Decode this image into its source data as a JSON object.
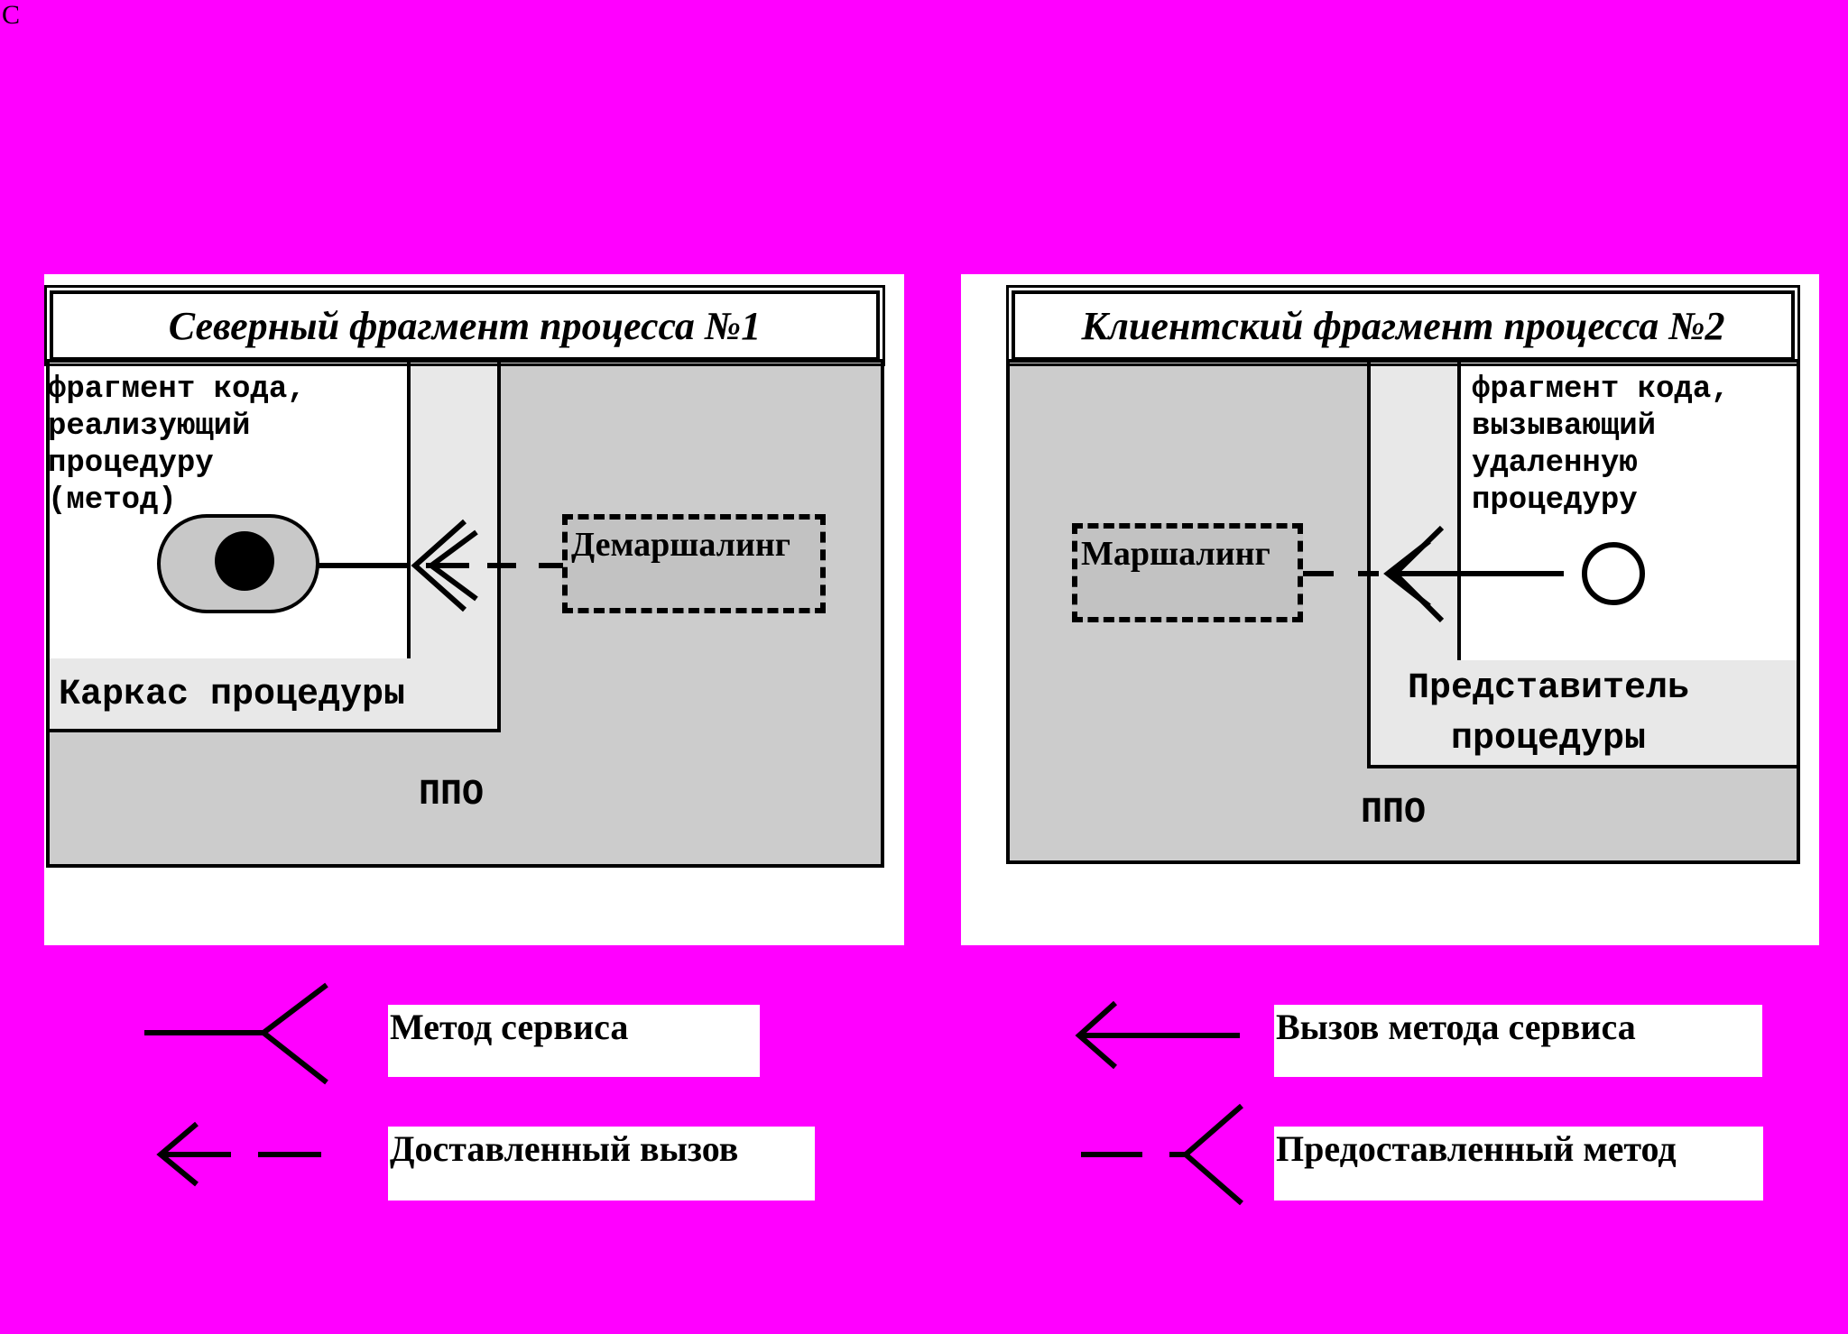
{
  "corner_letter": "C",
  "left_panel": {
    "title": "Северный фрагмент процесса №1",
    "code_text": "фрагмент кода,\nреализующий\nпроцедуру\n(метод)",
    "skeleton_label": "Каркас процедуры",
    "demarshaling_label": "Демаршалинг",
    "ppo_label": "ППО"
  },
  "right_panel": {
    "title": "Клиентский фрагмент процесса №2",
    "code_text": "фрагмент кода,\nвызывающий\nудаленную\nпроцедуру",
    "proxy_label": "Представитель\nпроцедуры",
    "marshaling_label": "Маршалинг",
    "ppo_label": "ППО"
  },
  "legend": {
    "service_method": "Метод сервиса",
    "delivered_call": "Доставленный вызов",
    "service_method_call": "Вызов метода сервиса",
    "provided_method": "Предоставленный метод"
  },
  "colors": {
    "background": "#ff00ff",
    "frame_gray": "#cccccc",
    "strip_gray": "#e8e8e8",
    "box_gray": "#c2c2c2"
  },
  "icons": [
    "method-lollipop-icon",
    "call-arrow-icon",
    "object-circle-icon"
  ]
}
